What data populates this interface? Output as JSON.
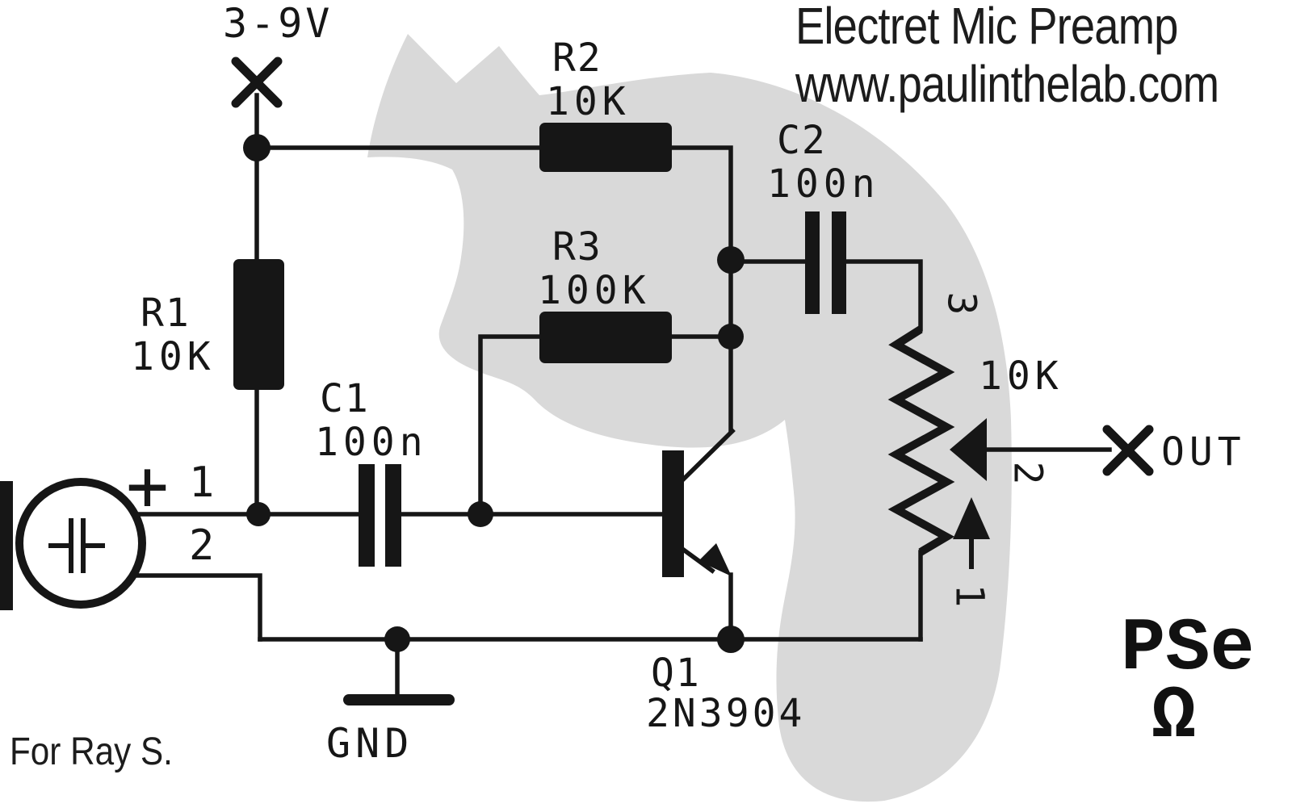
{
  "title": {
    "line1": "Electret Mic Preamp",
    "line2": "www.paulinthelab.com"
  },
  "dedication": "For Ray S.",
  "logo": {
    "text": "PSe",
    "symbol": "Ω"
  },
  "terminals": {
    "power": "3-9V",
    "output": "OUT",
    "ground": "GND"
  },
  "components": {
    "r1": {
      "ref": "R1",
      "value": "10K"
    },
    "r2": {
      "ref": "R2",
      "value": "10K"
    },
    "r3": {
      "ref": "R3",
      "value": "100K"
    },
    "c1": {
      "ref": "C1",
      "value": "100n"
    },
    "c2": {
      "ref": "C2",
      "value": "100n"
    },
    "q1": {
      "ref": "Q1",
      "value": "2N3904"
    },
    "pot": {
      "value": "10K",
      "pin1": "1",
      "pin2": "2",
      "pin3": "3"
    },
    "mic": {
      "plus": "+",
      "pin1": "1",
      "pin2": "2"
    }
  },
  "colors": {
    "ink": "#161616",
    "watermark": "#d9d9d9",
    "background": "#ffffff"
  }
}
